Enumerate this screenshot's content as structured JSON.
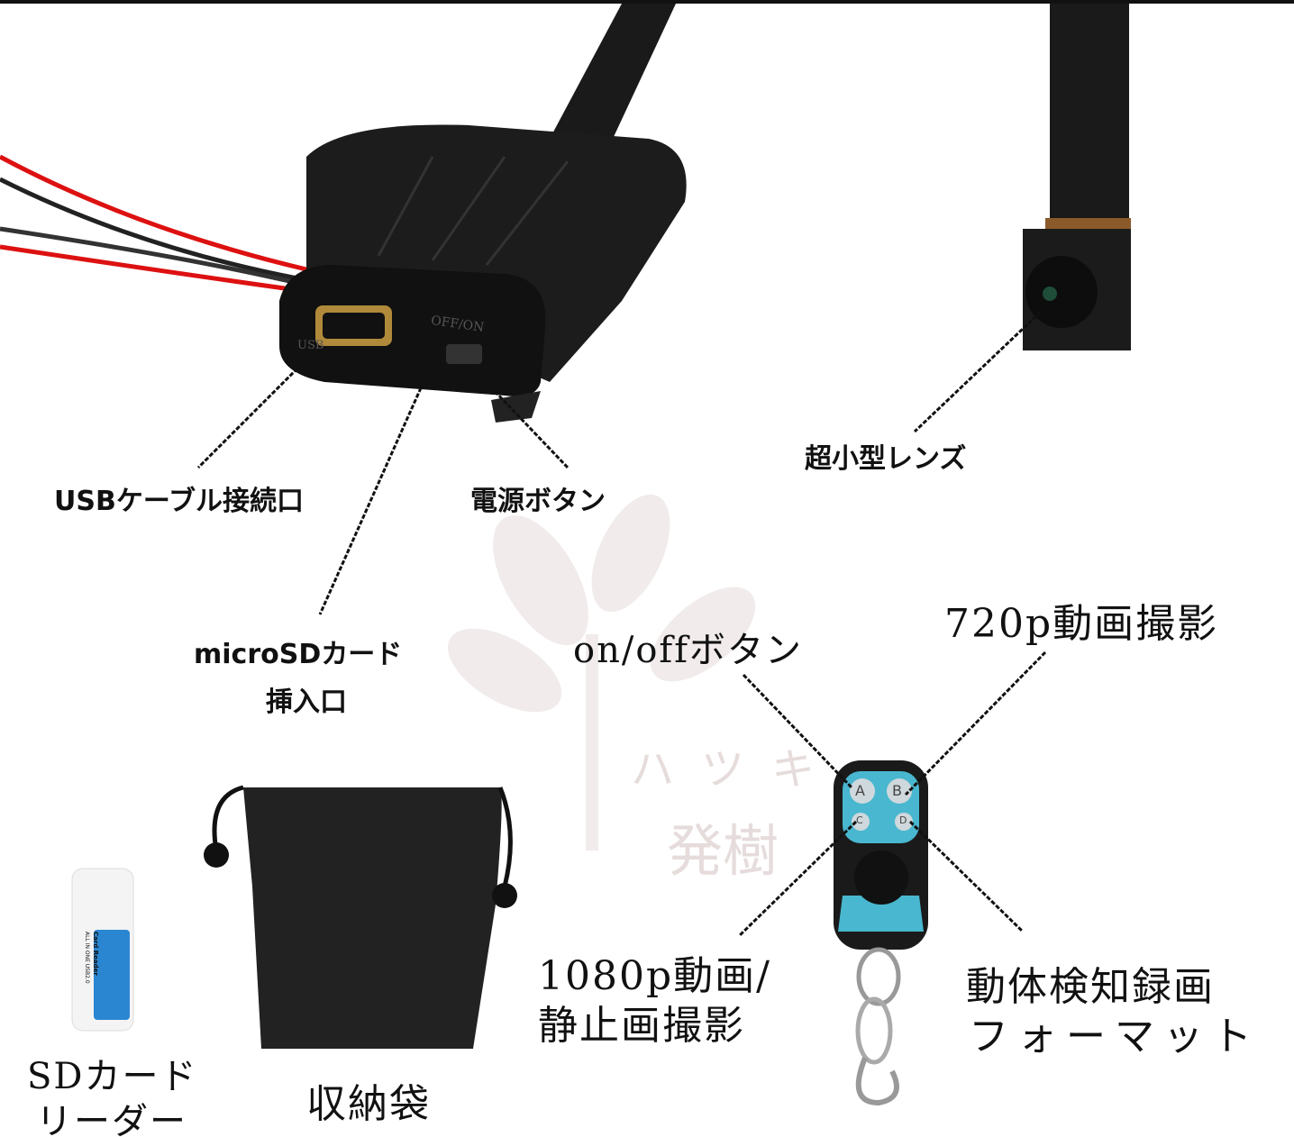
{
  "labels": {
    "usb_port": "USBケーブル接続口",
    "power_button": "電源ボタン",
    "microsd_slot_line1": "microSDカード",
    "microsd_slot_line2": "挿入口",
    "lens": "超小型レンズ",
    "onoff_button": "on/offボタン",
    "video_720p": "720p動画撮影",
    "video_1080p_line1": "1080p動画/",
    "video_1080p_line2": "静止画撮影",
    "motion_format_line1": "動体検知録画",
    "motion_format_line2": "フォーマット",
    "sd_reader_line1": "SDカード",
    "sd_reader_line2": "リーダー",
    "pouch": "収納袋"
  },
  "device_markings": {
    "usb": "USB",
    "switch": "OFF/ON"
  },
  "card_reader_text": {
    "title": "Card Reader",
    "sub": "ALL IN ONE USB2.0"
  },
  "remote_buttons": [
    "A",
    "B",
    "C",
    "D"
  ],
  "watermark": {
    "kana": "ハツキ",
    "kanji": "発樹"
  }
}
